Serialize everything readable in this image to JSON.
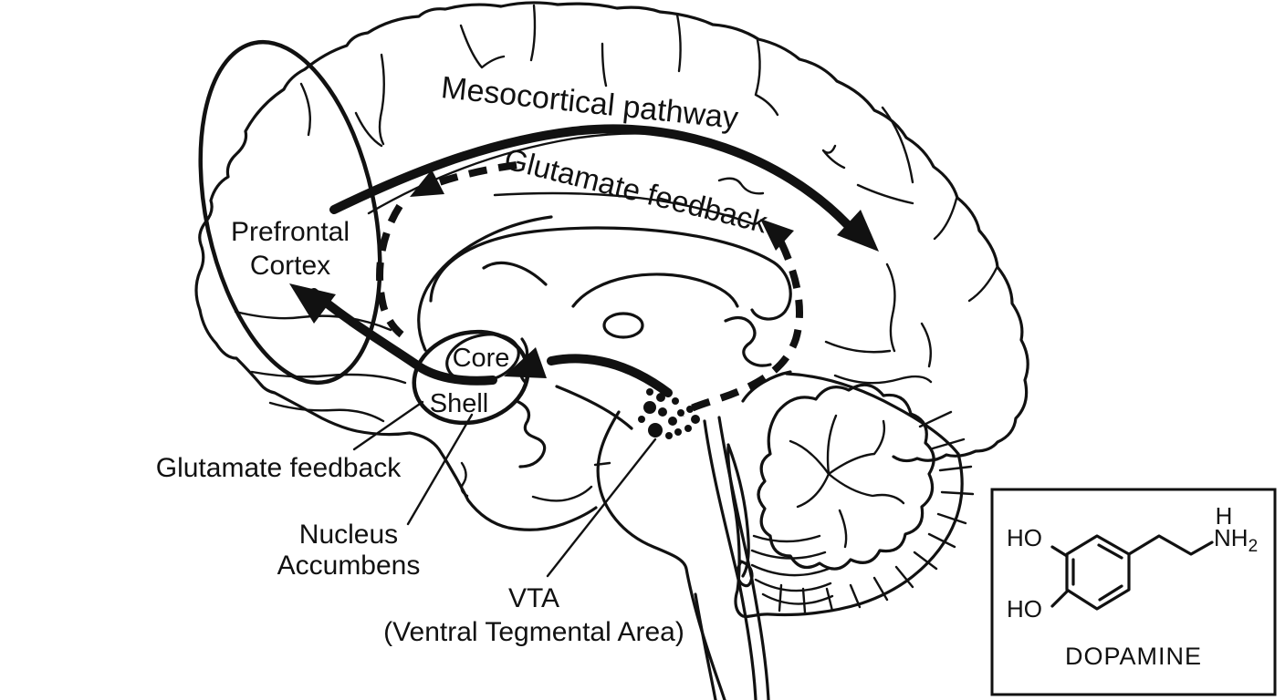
{
  "labels": {
    "mesocortical_pathway": "Mesocortical pathway",
    "glutamate_feedback_top": "Glutamate feedback",
    "prefrontal_cortex": {
      "line1": "Prefrontal",
      "line2": "Cortex"
    },
    "core": "Core",
    "shell": "Shell",
    "glutamate_feedback_left": "Glutamate feedback",
    "nucleus_accumbens": {
      "line1": "Nucleus",
      "line2": "Accumbens"
    },
    "vta": {
      "line1": "VTA",
      "line2": "(Ventral Tegmental Area)"
    }
  },
  "molecule_box": {
    "name": "DOPAMINE",
    "hydroxyl_top": "HO",
    "hydroxyl_bottom": "HO",
    "amine_h": "H",
    "amine_nh": "NH",
    "amine_subscript": "2"
  },
  "colors": {
    "ink": "#111111",
    "background": "#ffffff"
  }
}
